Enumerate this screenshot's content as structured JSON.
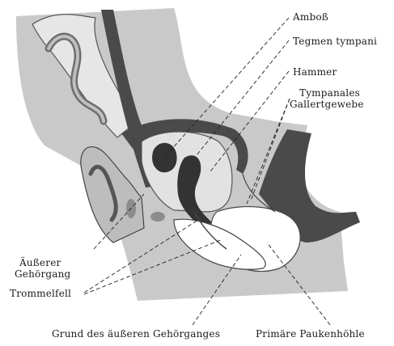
{
  "labels": {
    "amboss": "Amboß",
    "tegmen": "Tegmen tympani",
    "hammer": "Hammer",
    "tympanales_1": "Tympanales",
    "tympanales_2": "Gallertgewebe",
    "gehoergang_1": "Äußerer",
    "gehoergang_2": "Gehörgang",
    "trommelfell": "Trommelfell",
    "grund": "Grund des äußeren Gehörganges",
    "paukenhoehle": "Primäre Paukenhöhle"
  }
}
